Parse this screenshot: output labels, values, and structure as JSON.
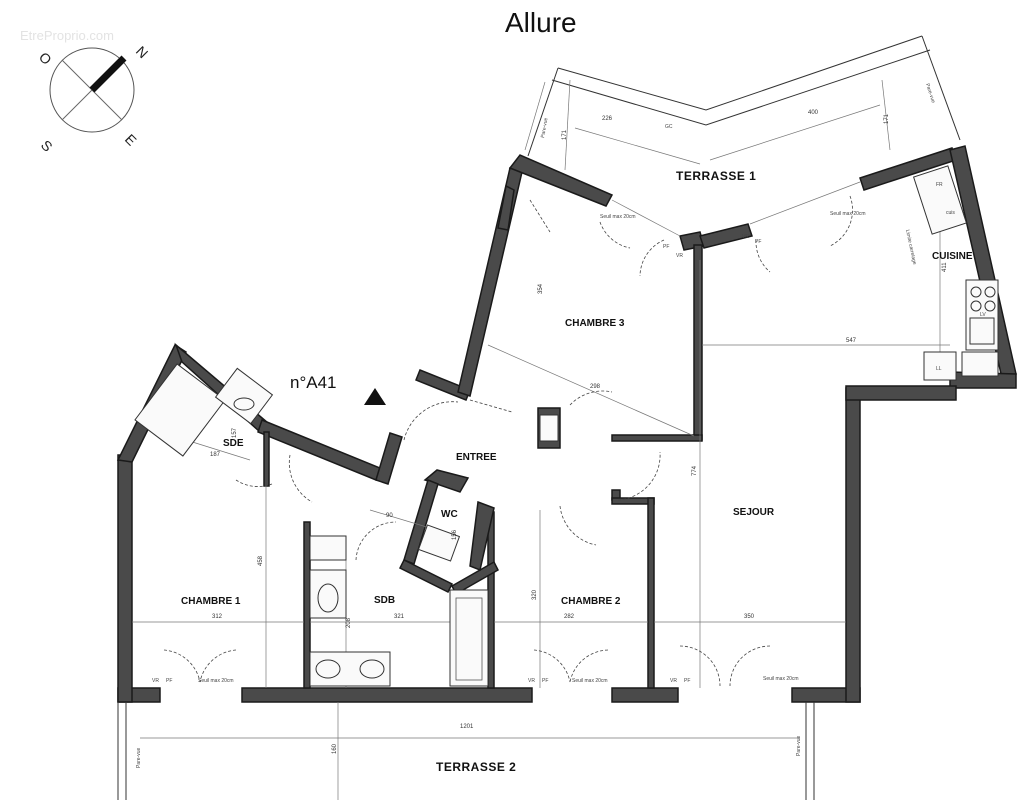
{
  "title": "Allure",
  "watermark": "EtreProprio.com",
  "lot_label": "n°A41",
  "compass": {
    "north": "N",
    "east": "E",
    "south": "S",
    "west": "O"
  },
  "rooms": {
    "sde": "SDE",
    "entree": "ENTREE",
    "wc": "WC",
    "sdb": "SDB",
    "chambre1": "CHAMBRE 1",
    "chambre2": "CHAMBRE 2",
    "chambre3": "CHAMBRE 3",
    "sejour": "SEJOUR",
    "cuisine": "CUISINE"
  },
  "terraces": {
    "t1": "TERRASSE 1",
    "t2": "TERRASSE 2"
  },
  "pare_vue": "Pare-vue",
  "seuil": "Seuil max 20cm",
  "appliances": {
    "fr": "FR",
    "lv": "LV",
    "ll": "LL",
    "cuis": "cuis"
  },
  "vr": "VR",
  "pf": "PF",
  "limite": "Limite carrelage",
  "gc": "GC",
  "dimensions": {
    "t1_top_a": "226",
    "t1_top_b": "400",
    "t1_side_a": "171",
    "t1_side_b": "171",
    "t2_width": "1201",
    "t2_depth": "160",
    "sde_w": "187",
    "sde_h": "157",
    "ch1_w": "312",
    "ch1_h": "458",
    "sdb_w": "321",
    "sdb_h": "208",
    "wc_w": "90",
    "wc_h": "156",
    "ch2_w": "282",
    "ch2_h": "320",
    "ch3_w": "298",
    "ch3_h": "354",
    "sejour_w": "350",
    "sejour_h": "774",
    "cuisine_w": "547",
    "cuisine_h": "411"
  },
  "colors": {
    "wall": "#4a4a4a",
    "line": "#333333",
    "background": "#ffffff"
  }
}
